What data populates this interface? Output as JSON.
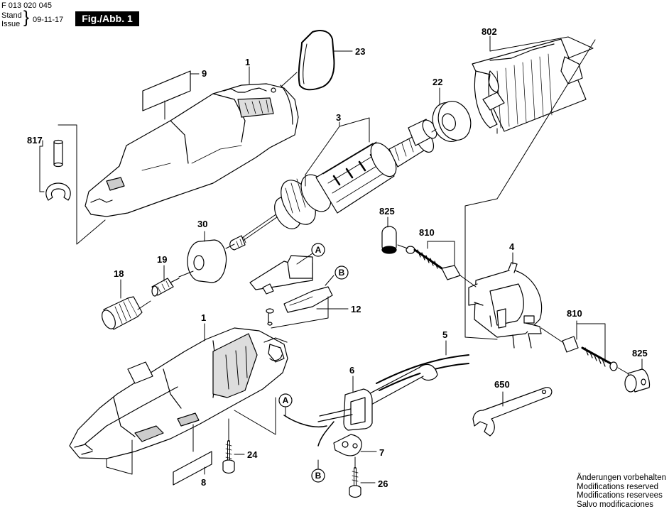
{
  "header": {
    "doc_number": "F 013 020 045",
    "stand_label": "Stand",
    "issue_label": "Issue",
    "issue_date": "09-11-17",
    "figure_title": "Fig./Abb. 1"
  },
  "parts": {
    "p1_top": "1",
    "p1_bottom": "1",
    "p3": "3",
    "p4": "4",
    "p5": "5",
    "p6": "6",
    "p7": "7",
    "p8": "8",
    "p9": "9",
    "p12": "12",
    "p18": "18",
    "p19": "19",
    "p22": "22",
    "p23": "23",
    "p24": "24",
    "p26": "26",
    "p30": "30",
    "p650": "650",
    "p802": "802",
    "p810_top": "810",
    "p810_bottom": "810",
    "p817": "817",
    "p825_top": "825",
    "p825_bottom": "825"
  },
  "callouts": {
    "a_top": "A",
    "b_top": "B",
    "a_bottom": "A",
    "b_bottom": "B"
  },
  "notes": [
    "Änderungen vorbehalten",
    "Modifications reserved",
    "Modifications reservees",
    "Salvo modificaciones"
  ]
}
